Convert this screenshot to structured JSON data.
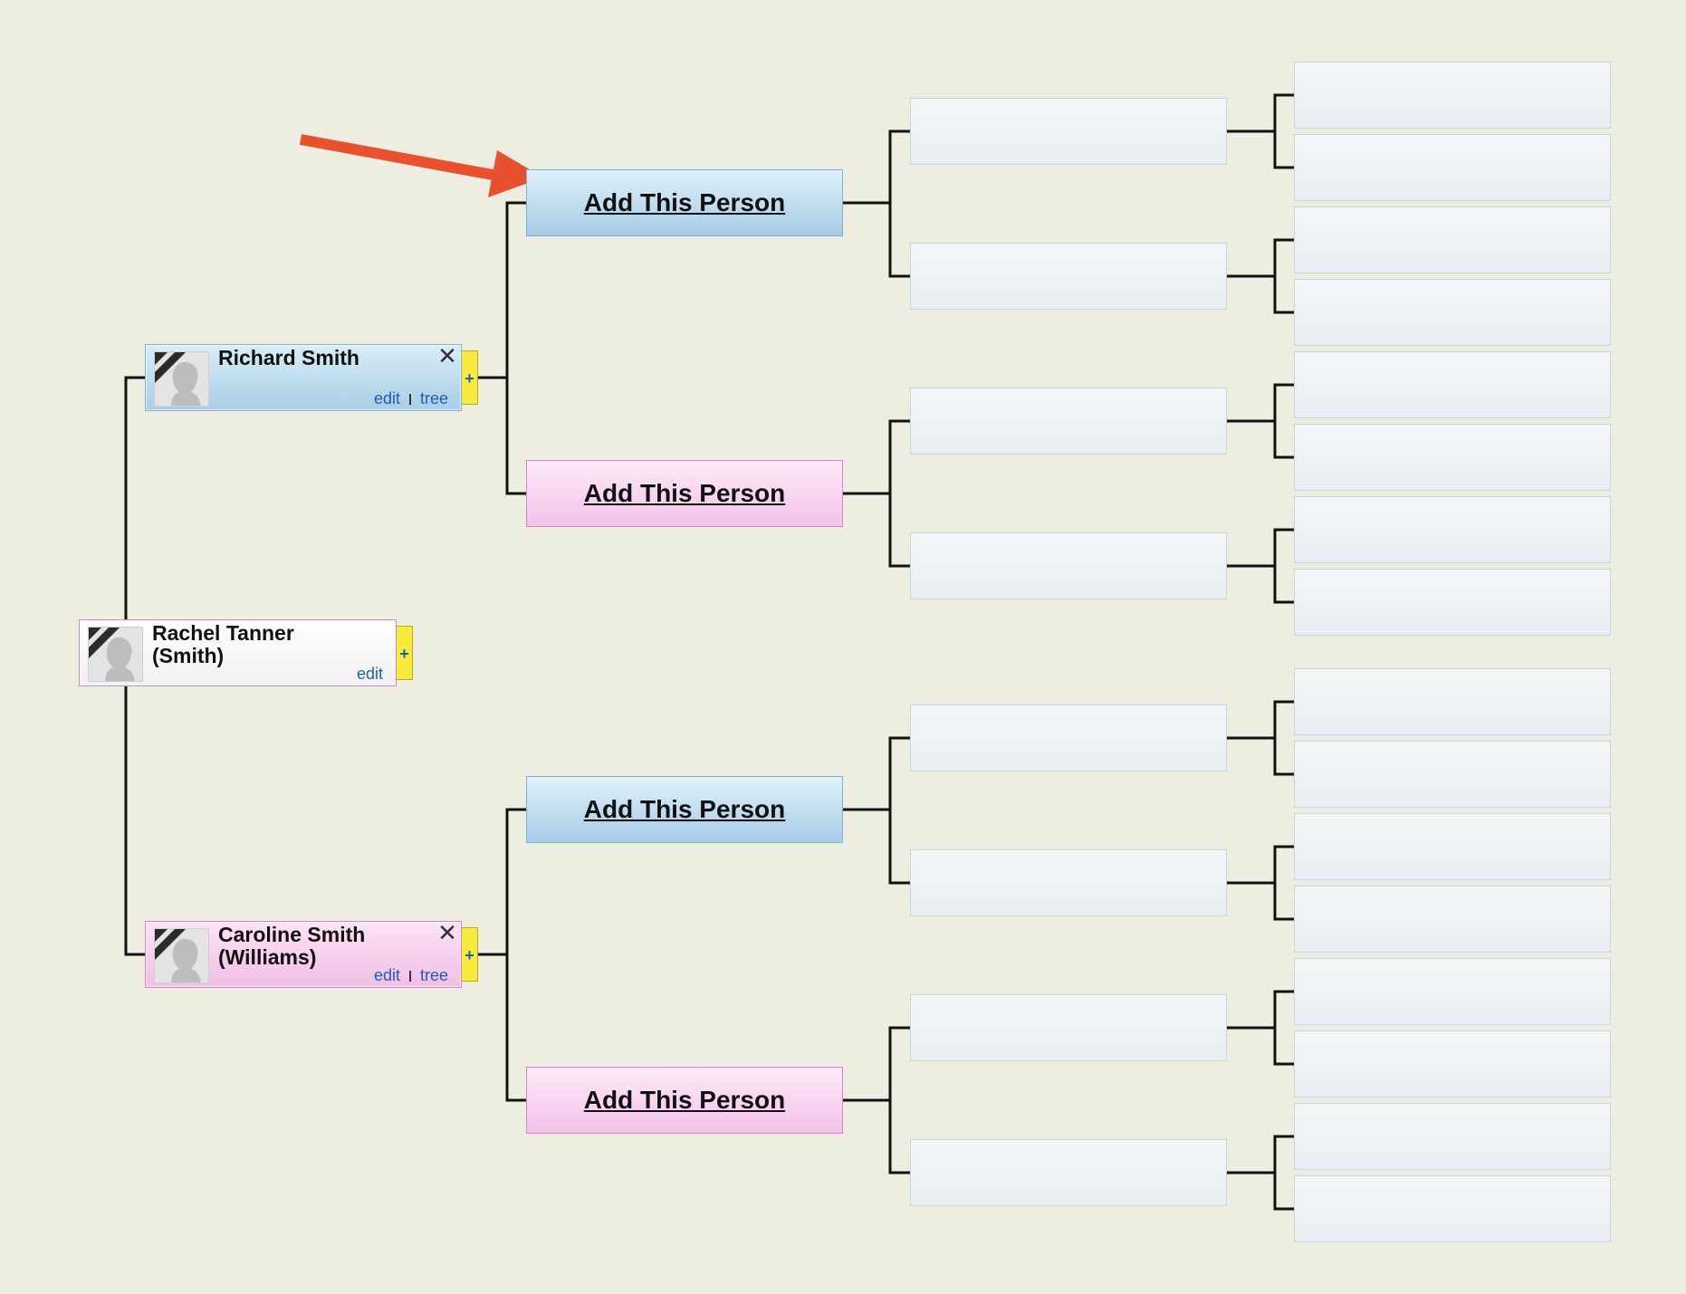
{
  "colors": {
    "background": "#eeeee0",
    "male": "#a9cde6",
    "female": "#f0bfe6",
    "plus_tab": "#f7ea3a",
    "link": "#1f5faf",
    "arrow": "#e8502e"
  },
  "root": {
    "name": "Rachel Tanner\n(Smith)",
    "edit_label": "edit",
    "plus_label": "+"
  },
  "parents": [
    {
      "name": "Richard Smith",
      "edit_label": "edit",
      "tree_label": "tree",
      "close_label": "✕",
      "plus_label": "+"
    },
    {
      "name": "Caroline Smith\n(Williams)",
      "edit_label": "edit",
      "tree_label": "tree",
      "close_label": "✕",
      "plus_label": "+"
    }
  ],
  "grandparents": [
    {
      "label": "Add This Person"
    },
    {
      "label": "Add This Person"
    },
    {
      "label": "Add This Person"
    },
    {
      "label": "Add This Person"
    }
  ],
  "icons": [
    "silhouette-icon",
    "close-icon",
    "plus-icon",
    "arrow-annotation"
  ]
}
